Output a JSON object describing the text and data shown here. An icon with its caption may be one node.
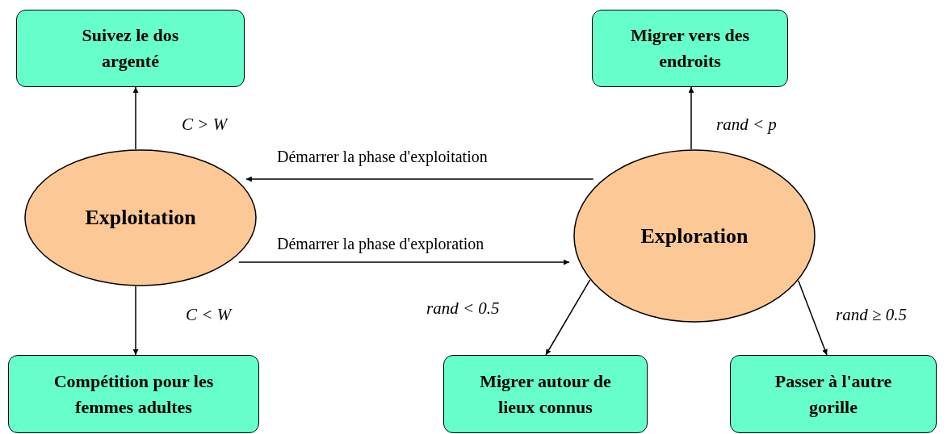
{
  "diagram": {
    "nodes": [
      {
        "text": [
          "Suivez le dos argenté"
        ]
      },
      {
        "text": [
          "Exploitation"
        ]
      },
      {
        "text": [
          "Compétition pour les femmes adultes"
        ]
      },
      {
        "text": [
          "Migrer vers des endroits"
        ]
      },
      {
        "text": [
          "Exploration"
        ]
      },
      {
        "text": [
          "Migrer autour de lieux connus"
        ]
      },
      {
        "text": [
          "Passer à l'autre gorille"
        ]
      }
    ],
    "edges": [
      {
        "from": 1,
        "to": 0,
        "arrow": "to",
        "label": "C > W"
      },
      {
        "from": 1,
        "to": 2,
        "arrow": "to",
        "label": "C < W"
      },
      {
        "from": 4,
        "to": 3,
        "arrow": "to",
        "label": "rand < p"
      },
      {
        "from": 4,
        "to": 5,
        "arrow": "to",
        "label": "rand < 0.5"
      },
      {
        "from": 4,
        "to": 6,
        "arrow": "to",
        "label": "rand ≥ 0.5"
      },
      {
        "from": 4,
        "to": 1,
        "arrow": "to",
        "label": "Démarrer la phase d'exploitation"
      },
      {
        "from": 1,
        "to": 4,
        "arrow": "to",
        "label": "Démarrer la phase d'exploration"
      }
    ]
  }
}
